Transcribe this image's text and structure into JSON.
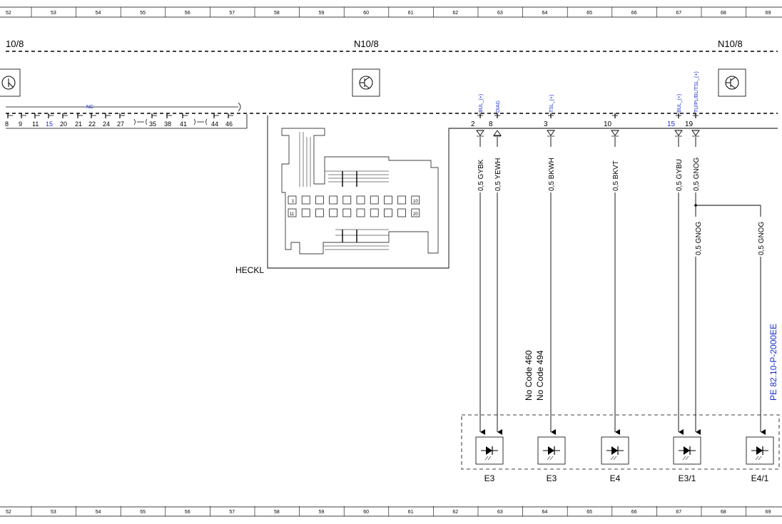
{
  "grid": {
    "top_numbers": [
      "52",
      "53",
      "54",
      "55",
      "56",
      "57",
      "58",
      "59",
      "60",
      "61",
      "62",
      "63",
      "64",
      "65",
      "66",
      "67",
      "68",
      "69"
    ],
    "bottom_numbers": [
      "52",
      "53",
      "54",
      "55",
      "56",
      "57",
      "58",
      "59",
      "60",
      "61",
      "62",
      "63",
      "64",
      "65",
      "66",
      "67",
      "68",
      "69"
    ]
  },
  "modules": {
    "left_label": "10/8",
    "center_label": "N10/8",
    "right_label": "N10/8"
  },
  "bus": {
    "nc_label": "NC",
    "pins": [
      "8",
      "9",
      "11",
      "15",
      "20",
      "21",
      "22",
      "24",
      "27",
      "35",
      "38",
      "41",
      "44",
      "46"
    ],
    "highlight_pin": "15"
  },
  "connector": {
    "label": "HECKL",
    "cell_top_first": "1",
    "cell_top_last": "10",
    "cell_bottom_first": "11",
    "cell_bottom_last": "20"
  },
  "wires": [
    {
      "pin": "2",
      "signal": "BUL_(+)",
      "color": "0,5 GYBK",
      "target": "E3"
    },
    {
      "pin": "8",
      "signal": "DIAG",
      "color": "0,5 YEWH",
      "target": "E3"
    },
    {
      "pin": "3",
      "signal": "TSL_(+)",
      "color": "0,5 BKWH",
      "target": "E3"
    },
    {
      "pin": "10",
      "signal": "",
      "color": "0,5 BKVT",
      "target": "E4"
    },
    {
      "pin": "15",
      "signal": "BUL_(+)",
      "color": "0,5 GYBU",
      "target": "E3/1"
    },
    {
      "pin": "19",
      "signal": "TU/PL/BL/TSL_(+)",
      "color": "0,5 GNOG",
      "target": "E3/1"
    }
  ],
  "branch": {
    "color_left": "0,5 GNOG",
    "color_right": "0,5 GNOG"
  },
  "notes": {
    "code_line1": "No Code 460",
    "code_line2": "No Code 494",
    "pe_ref": "PE 82.10-P-2000EE"
  },
  "components": [
    {
      "label": "E3"
    },
    {
      "label": "E3"
    },
    {
      "label": "E4"
    },
    {
      "label": "E3/1"
    },
    {
      "label": "E4/1"
    }
  ],
  "colors": {
    "line": "#000000",
    "blue_text": "#1a2fd0"
  }
}
